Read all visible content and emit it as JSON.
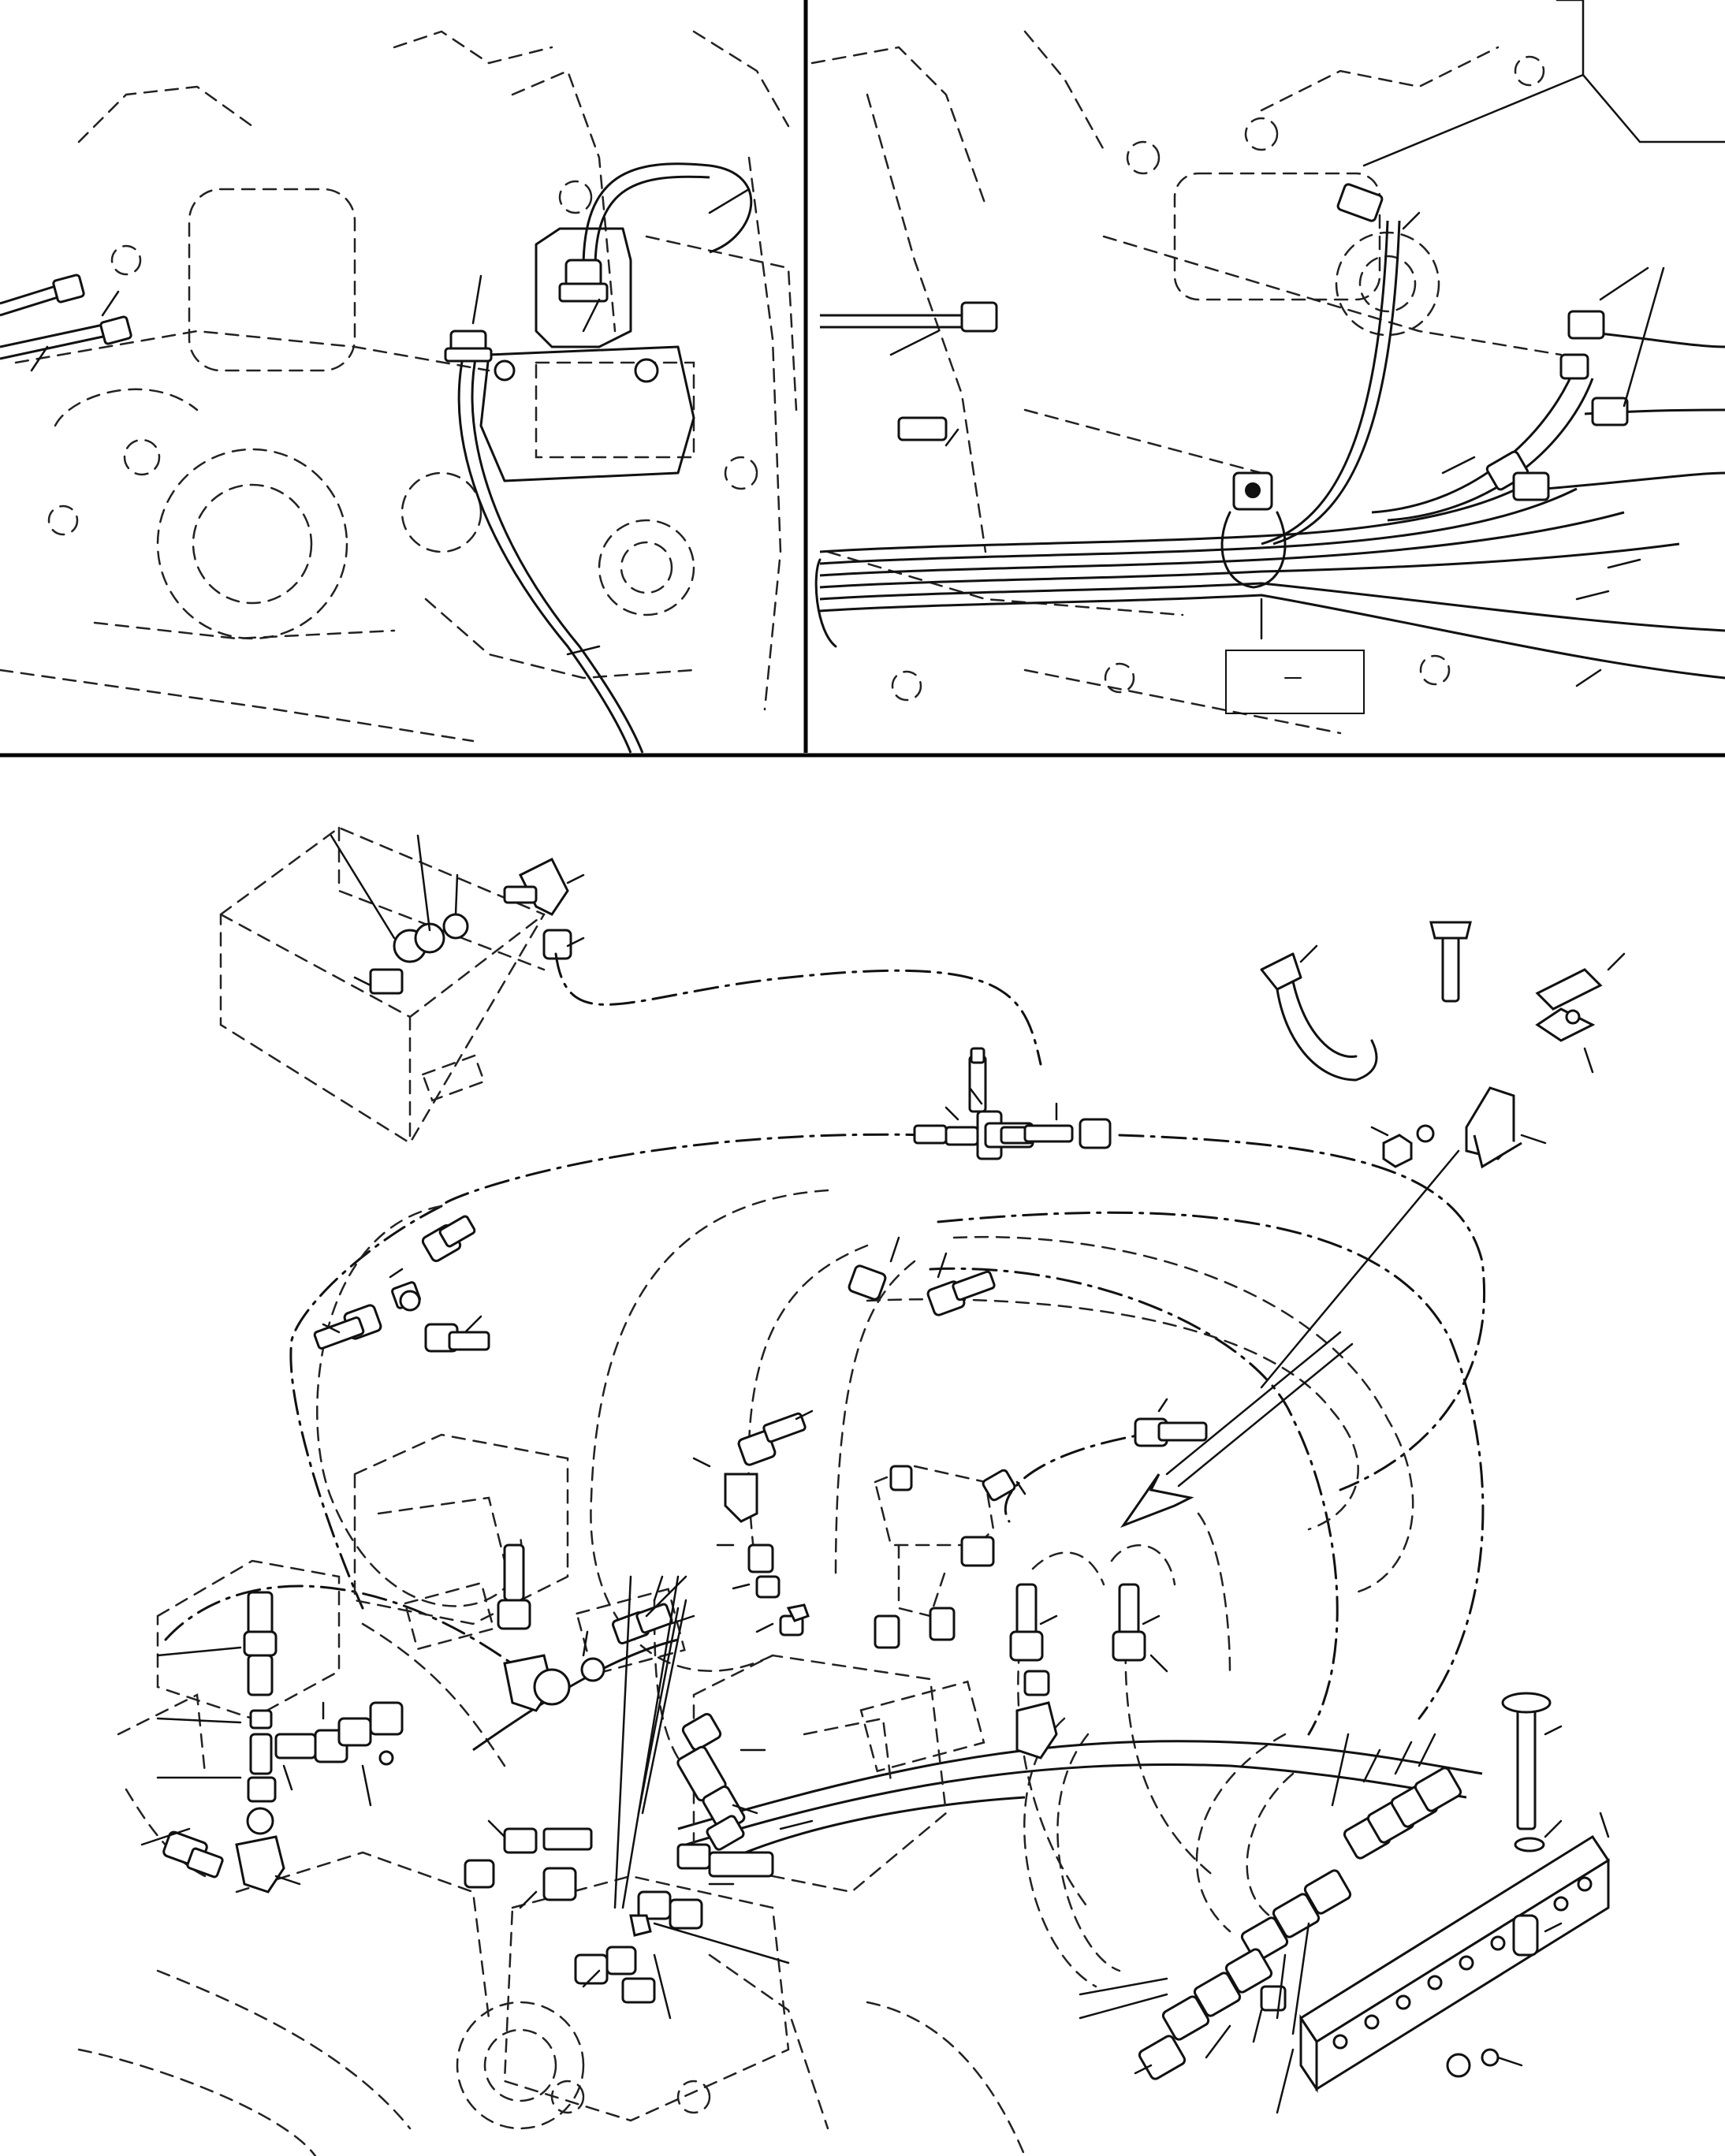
{
  "colors": {
    "ink": "#111111",
    "paper": "#ffffff"
  },
  "panels": [
    {
      "id": "top-left",
      "caption": ""
    },
    {
      "id": "top-right",
      "caption": ""
    },
    {
      "id": "bottom-exploded",
      "caption": ""
    }
  ],
  "callouts": [],
  "arrow": {
    "direction": "down-left"
  }
}
